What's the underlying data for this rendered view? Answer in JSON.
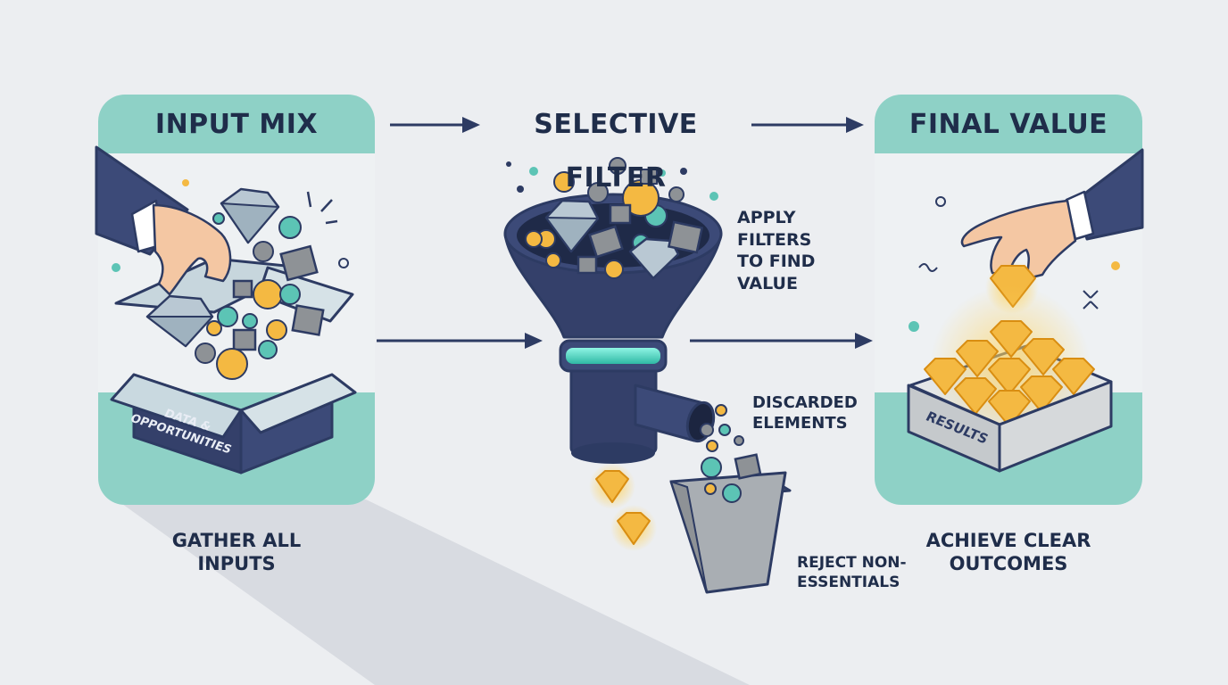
{
  "stages": [
    {
      "title": "INPUT MIX",
      "box_label": "DATA & OPPORTUNITIES",
      "caption": [
        "GATHER ALL",
        "INPUTS"
      ]
    },
    {
      "title": "SELECTIVE FILTER",
      "side_note": [
        "APPLY",
        "FILTERS",
        "TO FIND",
        "VALUE"
      ],
      "discard_note": [
        "DISCARDED",
        "ELEMENTS"
      ],
      "reject_note": [
        "REJECT NON-",
        "ESSENTIALS"
      ]
    },
    {
      "title": "FINAL VALUE",
      "tray_label": "RESULTS",
      "caption": [
        "ACHIEVE CLEAR",
        "OUTCOMES"
      ]
    }
  ],
  "colors": {
    "background": "#eceef1",
    "panel": "#8ed1c6",
    "navy": "#2d3b63",
    "gold": "#f4b942",
    "teal": "#5cc4b5",
    "gray": "#8e9296",
    "text": "#1f2d4a"
  }
}
